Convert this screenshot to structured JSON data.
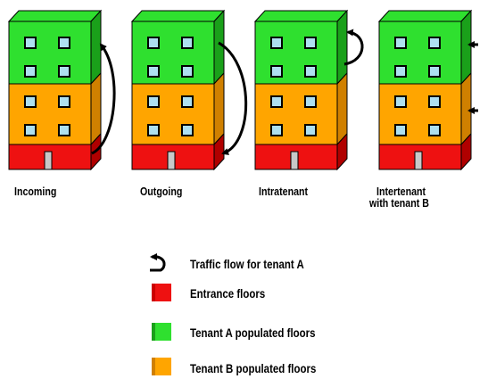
{
  "buildings": [
    {
      "label": "Incoming"
    },
    {
      "label": "Outgoing"
    },
    {
      "label": "Intratenant"
    },
    {
      "label_line1": "Intertenant",
      "label_line2": "with tenant B"
    }
  ],
  "legend": {
    "traffic": "Traffic flow for tenant A",
    "entrance": "Entrance floors",
    "tenant_a": "Tenant A populated floors",
    "tenant_b": "Tenant B populated floors"
  },
  "colors": {
    "tenant_a": "#2fe02f",
    "tenant_b": "#ffa500",
    "entrance": "#ee1111",
    "window": "#aee0f0",
    "door": "#c8c8c8",
    "outline": "#000000"
  }
}
